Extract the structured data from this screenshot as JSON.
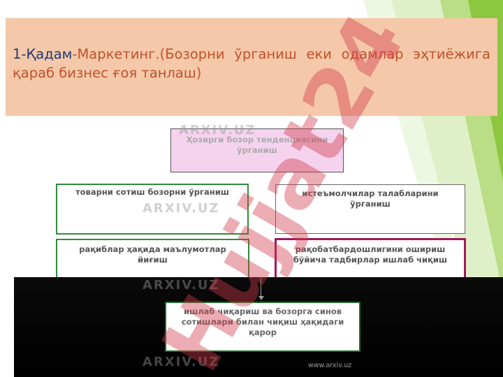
{
  "slide": {
    "title_step": "1-Қадам",
    "title_dash": "-",
    "title_body": "Маркетинг.(Бозорни ўрганиш еки одамлар эҳтиёжига қараб бизнес ғоя танлаш)"
  },
  "diagram": {
    "top_box": "Ҳозирги бозор тенденциясини ўрганиш",
    "left_1": "товарни сотиш бозорни ўрганиш",
    "right_1": "истеъмолчилар талабларини ўрганиш",
    "left_2": "рақиблар ҳақида маълумотлар йиғиш",
    "right_2": "рақобатбардошлигини ошириш бўйича тадбирлар ишлаб чиқиш",
    "bottom": "ишлаб чиқариш ва бозорга синов сотишлари билан чиқиш ҳақидаги қарор"
  },
  "watermark": {
    "big_text": "Hujjat24",
    "logo_text": "ARXIV.UZ",
    "url": "www.arxiv.uz"
  },
  "colors": {
    "title_bg": "#f4c8a9",
    "title_step": "#1f3a70",
    "title_body": "#c0522b",
    "accent_green": "#8dc63f",
    "box_border_green": "#2e8b3a",
    "box_border_magenta": "#a3185c",
    "top_box_fill": "#f5d3ee",
    "watermark_red": "#d23a4a"
  }
}
